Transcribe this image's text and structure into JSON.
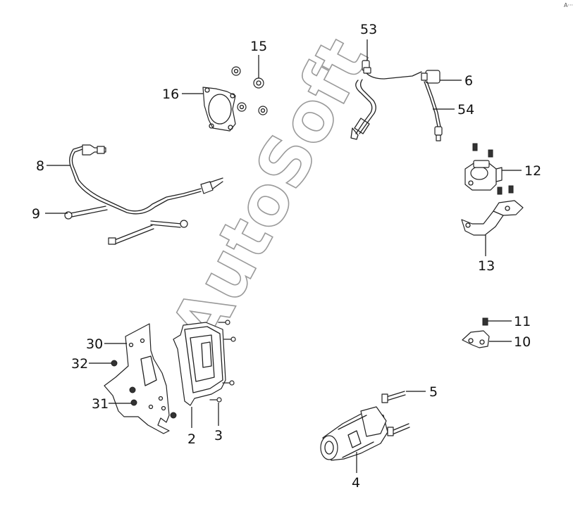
{
  "watermark": "AutoSoft",
  "corner_mark": "A···",
  "callouts": {
    "c53": "53",
    "c6": "6",
    "c54": "54",
    "c15": "15",
    "c16": "16",
    "c8": "8",
    "c9": "9",
    "c12": "12",
    "c13": "13",
    "c11": "11",
    "c10": "10",
    "c30": "30",
    "c32": "32",
    "c31": "31",
    "c2": "2",
    "c3": "3",
    "c5": "5",
    "c4": "4"
  }
}
